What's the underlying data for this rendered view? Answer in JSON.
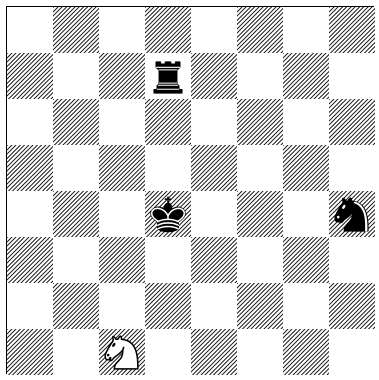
{
  "board": {
    "files": 8,
    "ranks": 8,
    "light_color": "#ffffff",
    "dark_style": "diagonal-hatch",
    "pieces": [
      {
        "name": "rook-icon",
        "piece": "rook",
        "color": "black",
        "square": "d7"
      },
      {
        "name": "king-icon",
        "piece": "king",
        "color": "black",
        "square": "d4"
      },
      {
        "name": "knight-icon",
        "piece": "knight",
        "color": "black",
        "square": "h4"
      },
      {
        "name": "knight-icon",
        "piece": "knight",
        "color": "white",
        "square": "c1"
      }
    ]
  }
}
